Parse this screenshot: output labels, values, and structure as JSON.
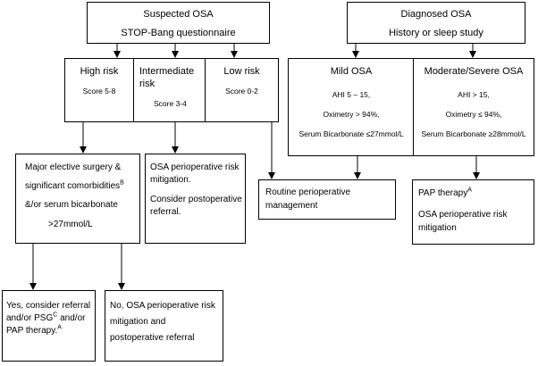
{
  "suspected": {
    "title": "Suspected OSA",
    "subtitle": "STOP-Bang questionnaire"
  },
  "diagnosed": {
    "title": "Diagnosed OSA",
    "subtitle": "History or sleep study"
  },
  "high_risk": {
    "label": "High risk",
    "score": "Score 5-8"
  },
  "intermediate_risk": {
    "label_line1": "Intermediate",
    "label_line2": "risk",
    "score": "Score 3-4"
  },
  "low_risk": {
    "label": "Low risk",
    "score": "Score 0-2"
  },
  "mild": {
    "title": "Mild OSA",
    "ahi": "AHI 5 – 15,",
    "oximetry": "Oximetry > 94%,",
    "bicarbonate": "Serum Bicarbonate ≤27mmol/L"
  },
  "moderate": {
    "title": "Moderate/Severe OSA",
    "ahi": "AHI > 15,",
    "oximetry": "Oximetry ≤ 94%,",
    "bicarbonate": "Serum Bicarbonate ≥28mmol/L"
  },
  "major_surgery": {
    "line1": "Major elective surgery &",
    "line2": "significant comorbidities",
    "line2_sup": "B",
    "line3": "&/or serum bicarbonate",
    "line4": ">27mmol/L"
  },
  "osa_mitigation_mid": {
    "line1": "OSA perioperative risk",
    "line2": "mitigation.",
    "line3": "Consider postoperative",
    "line4": "referral."
  },
  "routine": {
    "line1": "Routine perioperative",
    "line2": "management"
  },
  "pap": {
    "line1": "PAP therapy",
    "line1_sup": "A",
    "line2": "OSA perioperative risk",
    "line3": "mitigation"
  },
  "yes_box": {
    "line1": "Yes, consider referral",
    "line2a": "and/or PSG",
    "line2_sup": "C",
    "line2b": " and/or",
    "line3": "PAP therapy.",
    "line3_sup": "A"
  },
  "no_box": {
    "line1": "No, OSA perioperative risk",
    "line2": "mitigation and",
    "line3": "postoperative referral"
  }
}
